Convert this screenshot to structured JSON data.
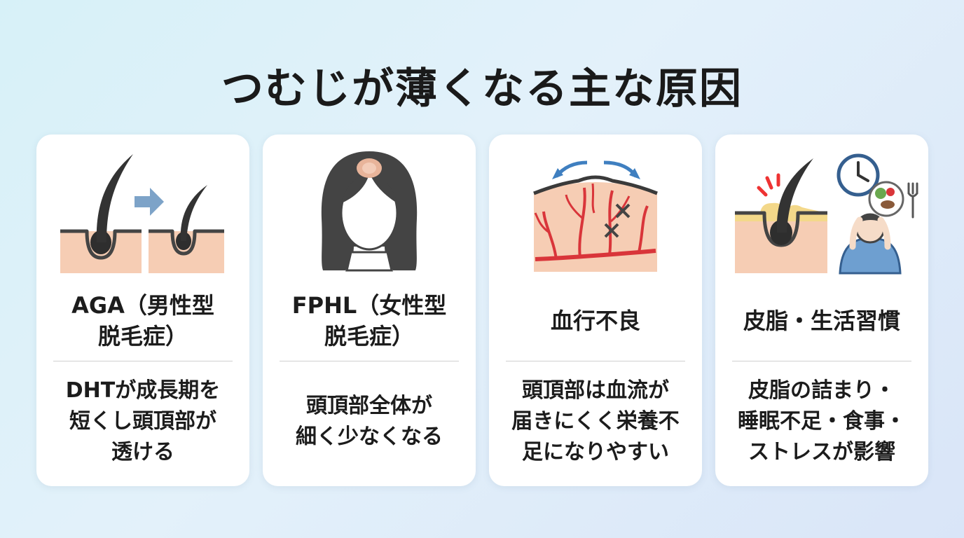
{
  "title": "つむじが薄くなる主な原因",
  "cards": [
    {
      "heading_lines": [
        "AGA（男性型",
        "脱毛症）"
      ],
      "desc_lines": [
        "DHTが成長期を",
        "短くし頭頂部が",
        "透ける"
      ],
      "icons": [
        "hair-follicle-icon",
        "arrow-right-icon",
        "thin-hair-follicle-icon"
      ]
    },
    {
      "heading_lines": [
        "FPHL（女性型",
        "脱毛症）"
      ],
      "desc_lines": [
        "頭頂部全体が",
        "細く少なくなる"
      ],
      "icons": [
        "woman-head-icon"
      ]
    },
    {
      "heading_lines": [
        "血行不良"
      ],
      "desc_lines": [
        "頭頂部は血流が",
        "届きにくく栄養不",
        "足になりやすい"
      ],
      "icons": [
        "scalp-blood-vessels-icon"
      ]
    },
    {
      "heading_lines": [
        "皮脂・生活習慣"
      ],
      "desc_lines": [
        "皮脂の詰まり・",
        "睡眠不足・食事・",
        "ストレスが影響"
      ],
      "icons": [
        "sebum-follicle-icon",
        "clock-icon",
        "meal-plate-icon",
        "fork-icon",
        "stressed-person-icon"
      ]
    }
  ],
  "colors": {
    "skin": "#f6cdb4",
    "hair": "#3a3a3a",
    "arrow": "#7da3c8",
    "vessel": "#d9353a",
    "sebum": "#f3d88a",
    "shirt": "#6e9fd0"
  }
}
